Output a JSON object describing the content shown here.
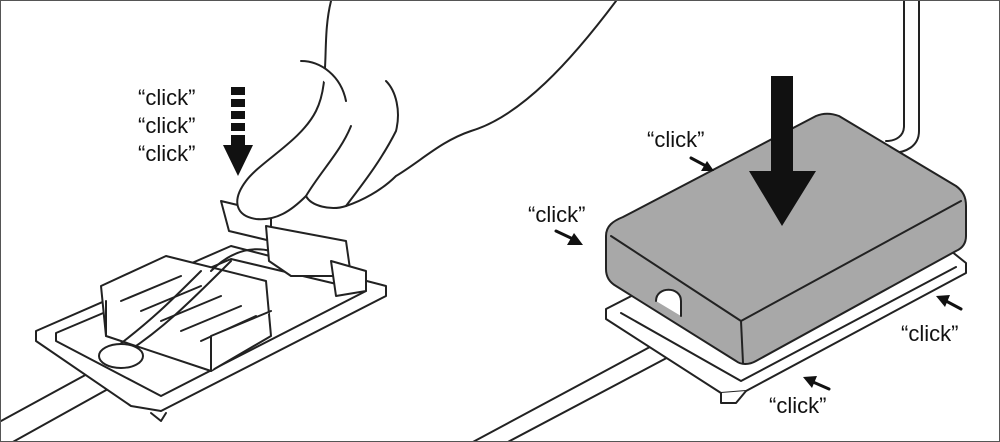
{
  "left_labels": [
    "“click”",
    "“click”",
    "“click”"
  ],
  "right_labels": {
    "top": "“click”",
    "left": "“click”",
    "right": "“click”",
    "bottom": "“click”"
  },
  "colors": {
    "line": "#222222",
    "cover_fill": "#a8a8a8",
    "background": "#ffffff"
  }
}
